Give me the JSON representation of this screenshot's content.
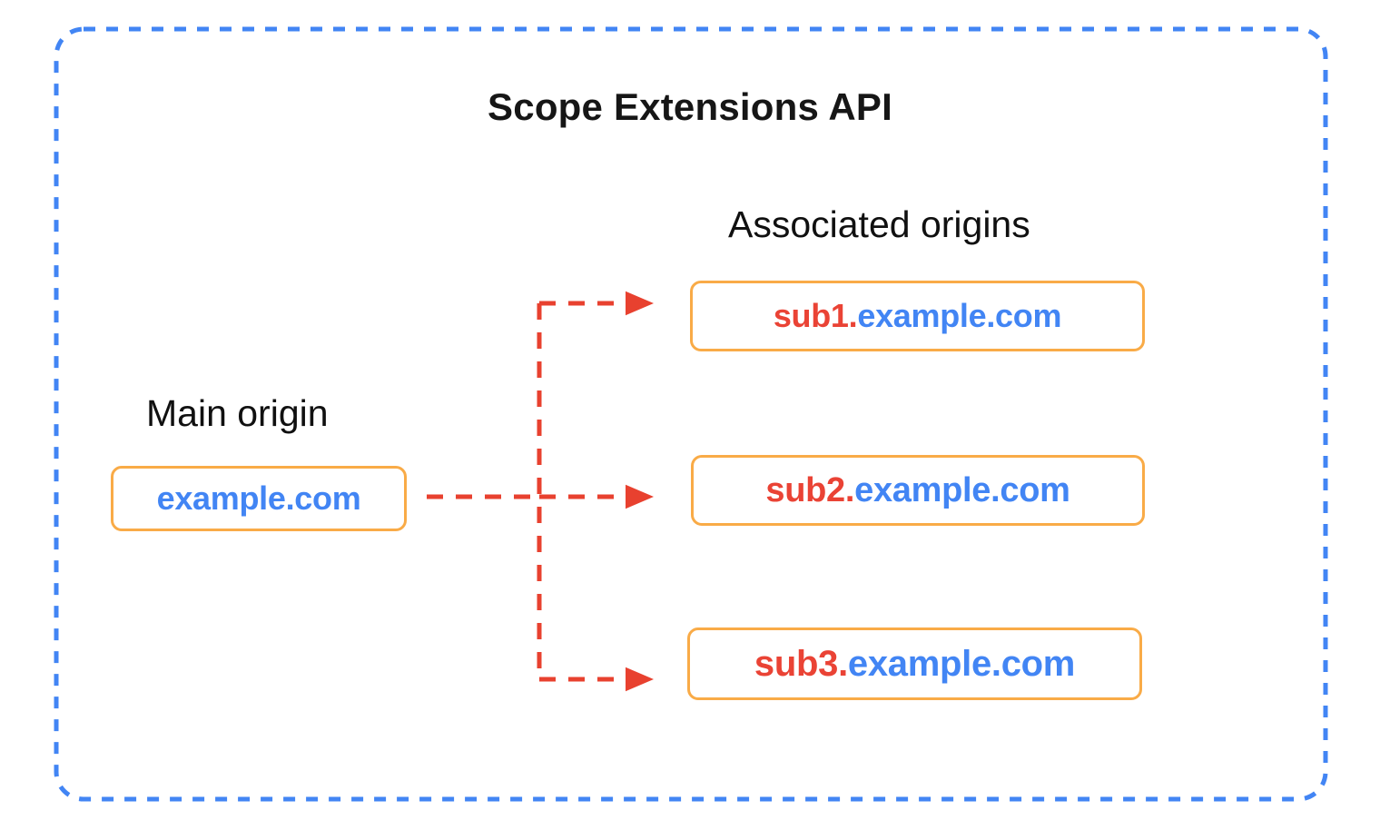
{
  "diagram": {
    "title": "Scope Extensions API",
    "frame": {
      "style": "dashed",
      "color": "#4285F4"
    },
    "labels": {
      "main_origin": "Main origin",
      "associated_origins": "Associated origins"
    },
    "colors": {
      "frame_blue": "#4285F4",
      "box_orange": "#F9AB47",
      "arrow_red": "#E8412F",
      "sub_red": "#EA4335",
      "domain_blue": "#4285F4",
      "title_black": "#161616",
      "background": "#FFFFFF"
    },
    "main_origin": {
      "sub": "",
      "dot": "",
      "base": "example.com",
      "full": "example.com"
    },
    "associated_origins": [
      {
        "sub": "sub1",
        "dot": ".",
        "base": "example.com",
        "full": "sub1.example.com"
      },
      {
        "sub": "sub2",
        "dot": ".",
        "base": "example.com",
        "full": "sub2.example.com"
      },
      {
        "sub": "sub3",
        "dot": ".",
        "base": "example.com",
        "full": "sub3.example.com"
      }
    ],
    "connectors": {
      "style": "dashed-arrow",
      "color": "#E8412F",
      "count": 3,
      "description": "Main origin branches to each associated origin"
    }
  }
}
